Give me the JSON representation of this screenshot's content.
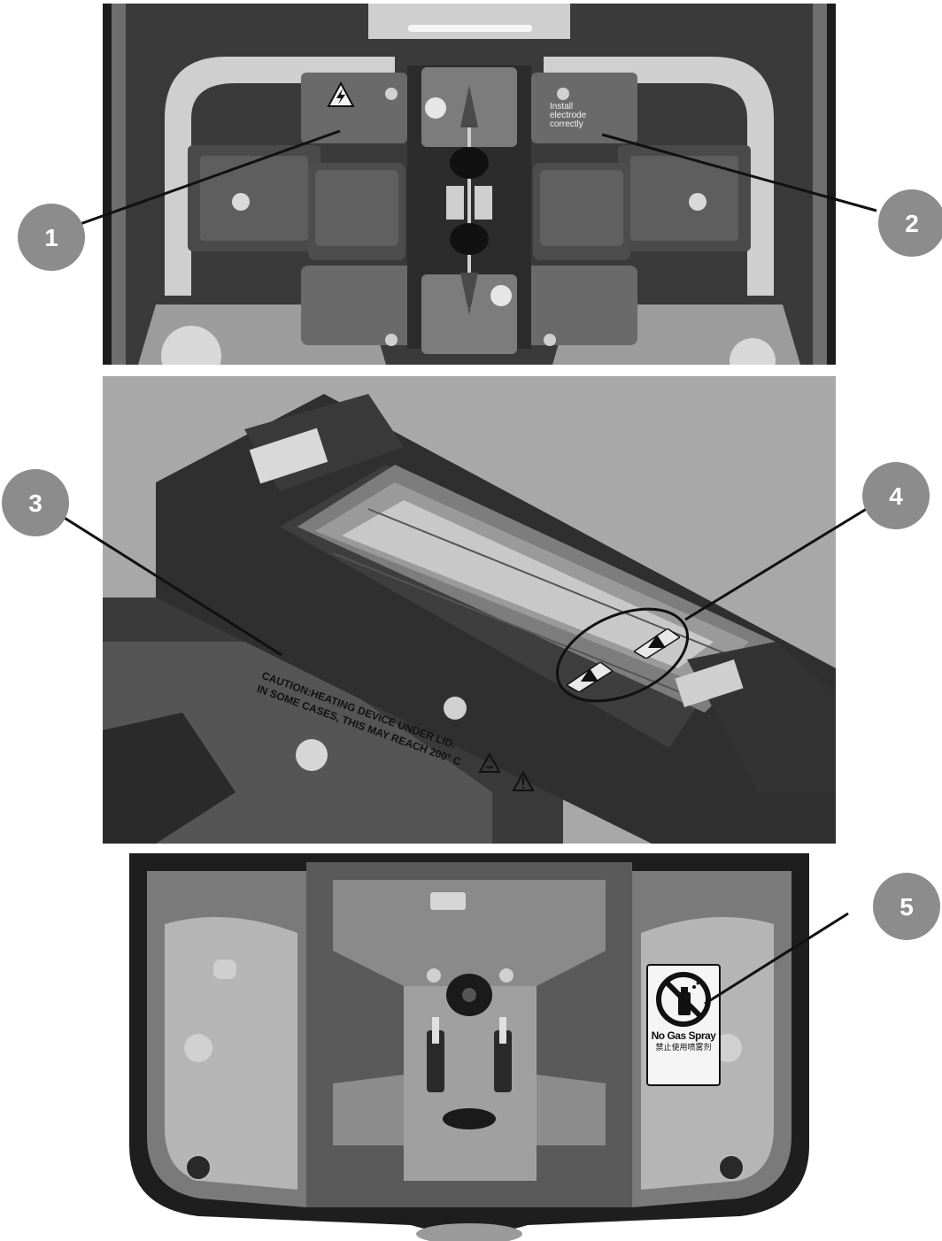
{
  "colors": {
    "callout_fill": "#8c8c8c",
    "callout_text": "#ffffff",
    "leader_line": "#111111",
    "device_dark": "#2b2b2b",
    "device_mid": "#5a5a5a",
    "device_light": "#9a9a9a",
    "label_white": "#f2f2f2"
  },
  "callouts": [
    {
      "id": "1",
      "label": "1"
    },
    {
      "id": "2",
      "label": "2"
    },
    {
      "id": "3",
      "label": "3"
    },
    {
      "id": "4",
      "label": "4"
    },
    {
      "id": "5",
      "label": "5"
    }
  ],
  "labels": {
    "electrode_line1": "Install",
    "electrode_line2": "electrode",
    "electrode_line3": "correctly",
    "heater_caution_line1": "CAUTION:HEATING DEVICE UNDER LID.",
    "heater_caution_line2": "IN SOME CASES, THIS MAY REACH 200° C",
    "gas_spray_en": "No Gas Spray",
    "gas_spray_zh": "禁止使用喷雾剂"
  },
  "icons": {
    "high_voltage": "high-voltage-warning-icon",
    "hot_surface": "hot-surface-warning-icon",
    "general_warning": "general-warning-icon",
    "no_spray": "no-gas-spray-icon"
  }
}
